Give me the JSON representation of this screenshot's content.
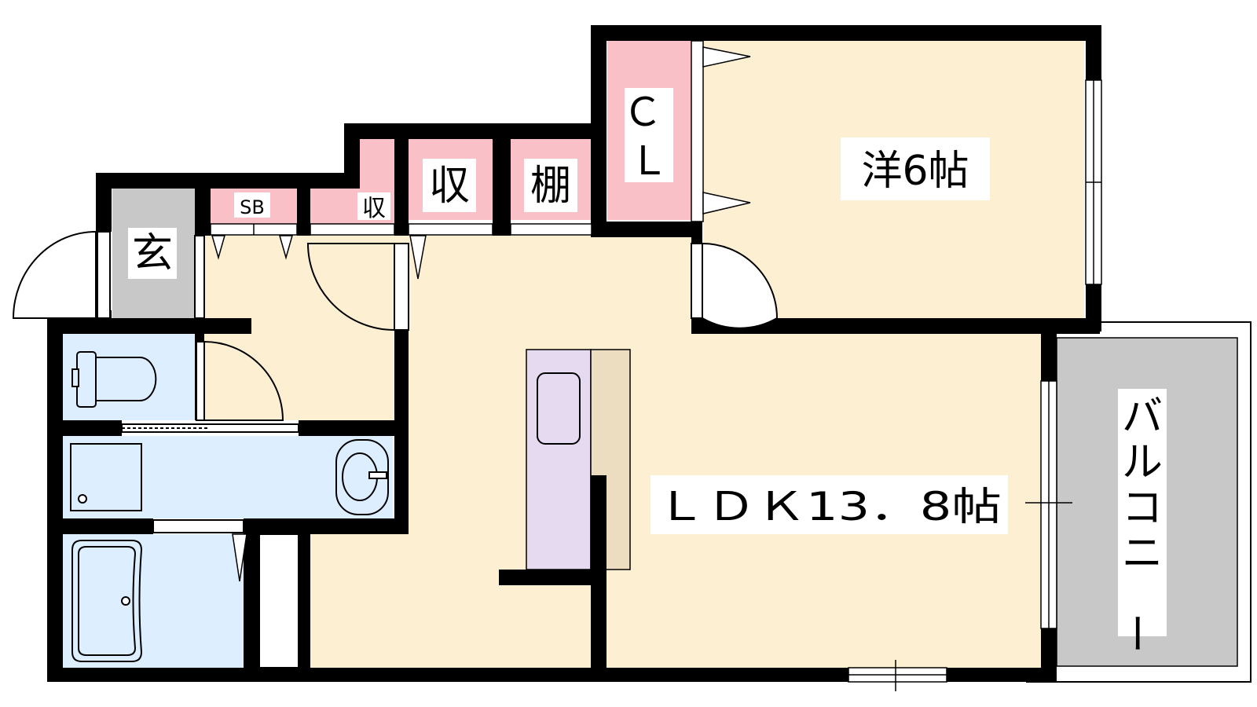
{
  "rooms": {
    "western_room": "洋6帖",
    "ldk": "ＬＤＫ13．8帖",
    "entrance": "玄",
    "closet": "ＣＬ",
    "shoe_box": "SB",
    "storage_small": "収",
    "storage": "収",
    "shelf": "棚",
    "balcony": "バルコニー"
  },
  "colors": {
    "wall": "#000000",
    "room_floor": "#fdf0d2",
    "wet_area": "#dceeff",
    "storage": "#f9c0c8",
    "entrance": "#c8c8c8",
    "balcony": "#c8c8c8",
    "kitchen_counter": "#e6daf0",
    "kitchen_side": "#ecdcc0"
  }
}
